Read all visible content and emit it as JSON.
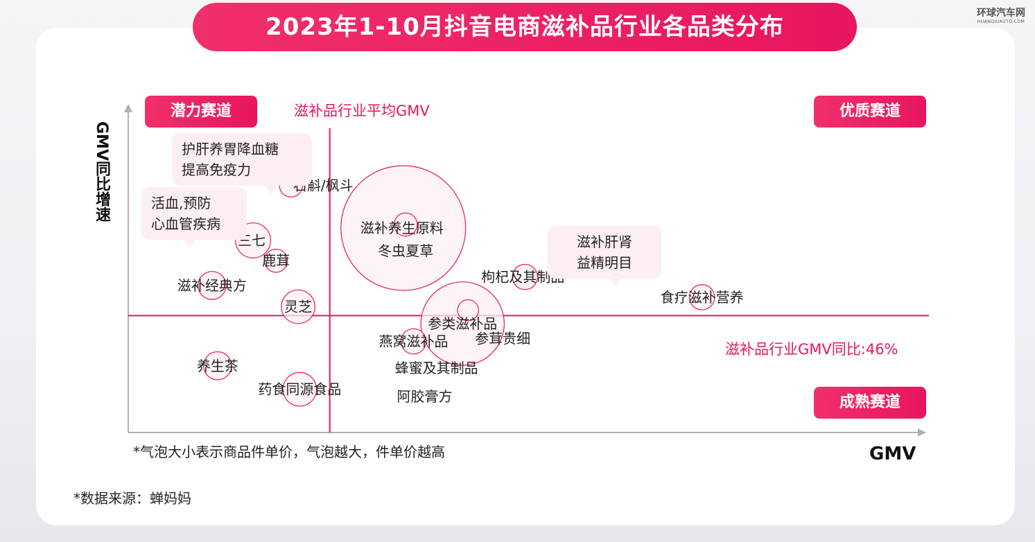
{
  "title": "2023年1-10月抖音电商滋补品行业各品类分布",
  "watermark": {
    "text": "环球汽车网",
    "sub": "HUANQIUAUTO.COM"
  },
  "quadrants": {
    "top_left": "潜力赛道",
    "top_right": "优质赛道",
    "bottom_right": "成熟赛道"
  },
  "callouts": {
    "a": {
      "line1": "护肝养胃降血糖",
      "line2": "提高免疫力"
    },
    "b": {
      "line1": "活血,预防",
      "line2": "心血管疾病"
    },
    "c": {
      "line1": "滋补肝肾",
      "line2": "益精明目"
    }
  },
  "footnote": "*气泡大小表示商品件单价，气泡越大，件单价越高",
  "source": "*数据来源：蝉妈妈",
  "colors": {
    "accent": "#e8155f",
    "bubble_stroke": "#e8155f",
    "bubble_fill": "#fdf0f3",
    "axis": "#b0b0b0"
  },
  "chart_data": {
    "type": "scatter",
    "xlabel": "GMV",
    "ylabel": "GMV同比增速",
    "xlim": [
      0,
      100
    ],
    "ylim": [
      0,
      100
    ],
    "grid": false,
    "reference_lines": {
      "vertical": {
        "x": 25.5,
        "label": "滋补品行业平均GMV"
      },
      "horizontal": {
        "y": 35.5,
        "label": "滋补品行业GMV同比:46%"
      }
    },
    "points": [
      {
        "label": "石斛/枫斗",
        "x": 20.6,
        "y": 76.5,
        "size": 3.3
      },
      {
        "label": "三七",
        "x": 15.8,
        "y": 59.2,
        "size": 5.0
      },
      {
        "label": "鹿茸",
        "x": 18.7,
        "y": 52.8,
        "size": 3.3
      },
      {
        "label": "滋补经典方",
        "x": 10.6,
        "y": 45.0,
        "size": 4.0
      },
      {
        "label": "灵芝",
        "x": 21.5,
        "y": 38.3,
        "size": 4.8
      },
      {
        "label": "养生茶",
        "x": 11.3,
        "y": 19.7,
        "size": 4.0
      },
      {
        "label": "药食同源食品",
        "x": 21.7,
        "y": 12.3,
        "size": 4.8
      },
      {
        "label": "滋补养生原料",
        "x": 34.8,
        "y": 63.1,
        "size": 17.8
      },
      {
        "label": "冬虫夏草",
        "x": 35.1,
        "y": 64.2,
        "size": 3.3
      },
      {
        "label": "参类滋补品",
        "x": 42.3,
        "y": 33.0,
        "size": 11.9
      },
      {
        "label": "枸杞及其制品",
        "x": 50.2,
        "y": 47.7,
        "size": 3.6
      },
      {
        "label": "参茸贵细",
        "x": 43.0,
        "y": 37.2,
        "size": 3.0
      },
      {
        "label": "燕窝滋补品",
        "x": 36.1,
        "y": 27.4,
        "size": 3.6
      },
      {
        "label": "蜂蜜及其制品",
        "x": 39.0,
        "y": 19.0,
        "size": 0
      },
      {
        "label": "阿胶膏方",
        "x": 37.5,
        "y": 10.0,
        "size": 0
      },
      {
        "label": "食疗滋补营养",
        "x": 72.6,
        "y": 41.3,
        "size": 3.6
      }
    ]
  }
}
